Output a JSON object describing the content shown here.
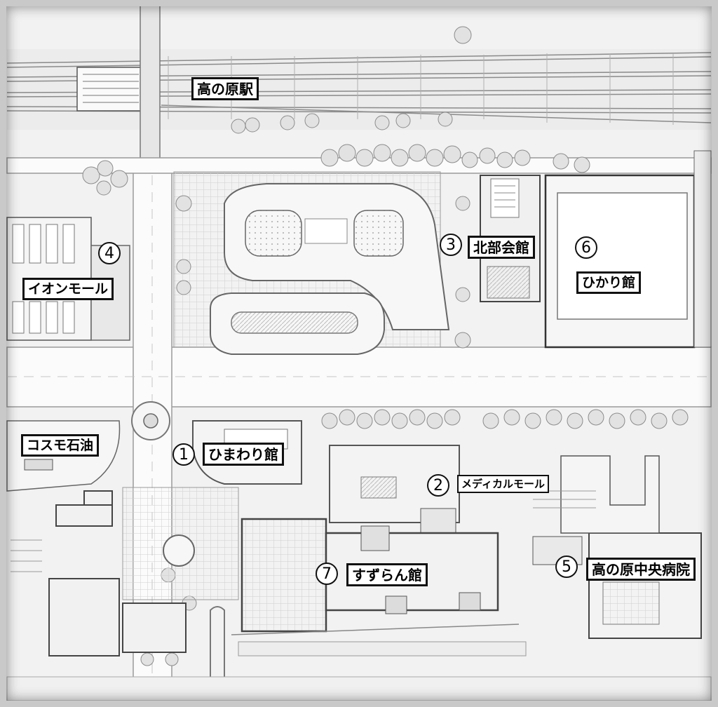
{
  "map": {
    "labels": {
      "station": "高の原駅",
      "aeon": "イオンモール",
      "cosmo": "コスモ石油",
      "himawari": "ひまわり館",
      "medical": "メディカルモール",
      "hokubu": "北部会館",
      "hikari": "ひかり館",
      "suzuran": "すずらん館",
      "hospital": "高の原中央病院"
    },
    "markers": {
      "m1": "1",
      "m2": "2",
      "m3": "3",
      "m4": "4",
      "m5": "5",
      "m6": "6",
      "m7": "7"
    }
  }
}
